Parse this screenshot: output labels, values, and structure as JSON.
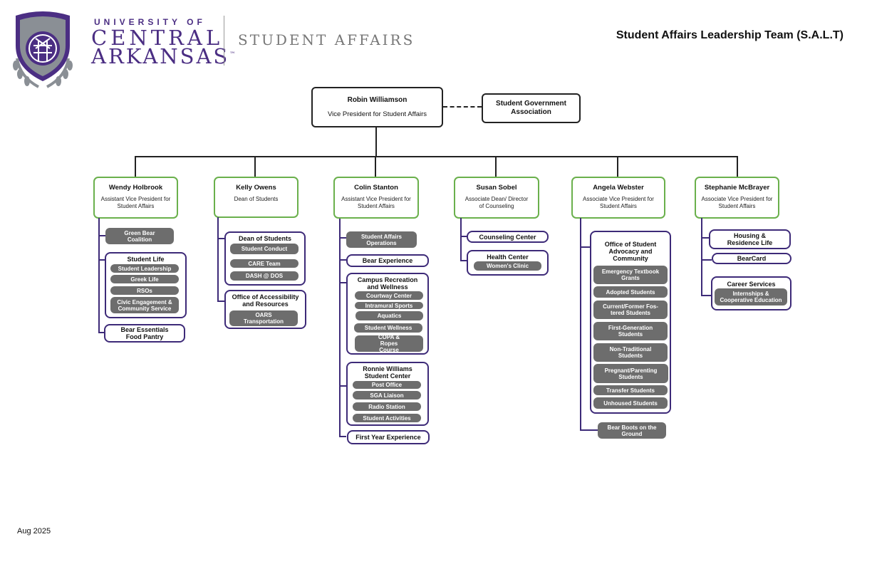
{
  "header": {
    "logo": {
      "line1": "UNIVERSITY OF",
      "line2": "CENTRAL",
      "line3": "ARKANSAS",
      "tm": "™"
    },
    "department": "STUDENT AFFAIRS",
    "title": "Student Affairs Leadership Team (S.A.L.T)"
  },
  "colors": {
    "leader_border": "#6ab04c",
    "unit_border": "#3d2a78",
    "pill": "#6d6d6d",
    "brand_purple": "#4b2e83"
  },
  "vp": {
    "name": "Robin Williamson",
    "title": "Vice President for Student Affairs"
  },
  "sga": {
    "label": "Student Government Association"
  },
  "leaders": [
    {
      "name": "Wendy Holbrook",
      "title": "Assistant Vice President for Student Affairs",
      "units": [
        {
          "label": "Green Bear Coalition"
        },
        {
          "label": "Student Life",
          "items": [
            "Student Leadership",
            "Greek Life",
            "RSOs",
            "Civic Engagement & Community Service"
          ]
        },
        {
          "label": "Bear Essentials Food Pantry"
        }
      ]
    },
    {
      "name": "Kelly Owens",
      "title": "Dean of Students",
      "units": [
        {
          "label": "Dean of Students",
          "items": [
            "Student Conduct",
            "CARE Team",
            "DASH @ DOS"
          ]
        },
        {
          "label": "Office of Accessibility and Resources",
          "items": [
            "OARS Transportation"
          ]
        }
      ]
    },
    {
      "name": "Colin Stanton",
      "title": "Assistant Vice President for Student Affairs",
      "units": [
        {
          "label": "Student Affairs Operations"
        },
        {
          "label": "Bear Experience"
        },
        {
          "label": "Campus Recreation and Wellness",
          "items": [
            "Courtway Center",
            "Intramural Sports",
            "Aquatics",
            "Student Wellness",
            "COPA & Ropes Course"
          ]
        },
        {
          "label": "Ronnie Williams Student Center",
          "items": [
            "Post Office",
            "SGA Liaison",
            "Radio Station",
            "Student Activities"
          ]
        },
        {
          "label": "First Year Experience"
        }
      ]
    },
    {
      "name": "Susan Sobel",
      "title": "Associate Dean/ Director of Counseling",
      "units": [
        {
          "label": "Counseling Center"
        },
        {
          "label": "Health Center",
          "items": [
            "Women's Clinic"
          ]
        }
      ]
    },
    {
      "name": "Angela Webster",
      "title": "Associate Vice President for Student Affairs",
      "units": [
        {
          "label": "Office of Student Advocacy and Community",
          "items": [
            "Emergency Textbook Grants",
            "Adopted Students",
            "Current/Former Fos-tered Students",
            "First-Generation Students",
            "Non-Traditional Students",
            "Pregnant/Parenting Students",
            "Transfer Students",
            "Unhoused Students"
          ]
        },
        {
          "label": "Bear Boots on the Ground"
        }
      ]
    },
    {
      "name": "Stephanie McBrayer",
      "title": "Associate Vice President for Student Affairs",
      "units": [
        {
          "label": "Housing & Residence Life"
        },
        {
          "label": "BearCard"
        },
        {
          "label": "Career Services",
          "items": [
            "Internships & Cooperative Education"
          ]
        }
      ]
    }
  ],
  "footer": {
    "date": "Aug 2025"
  }
}
